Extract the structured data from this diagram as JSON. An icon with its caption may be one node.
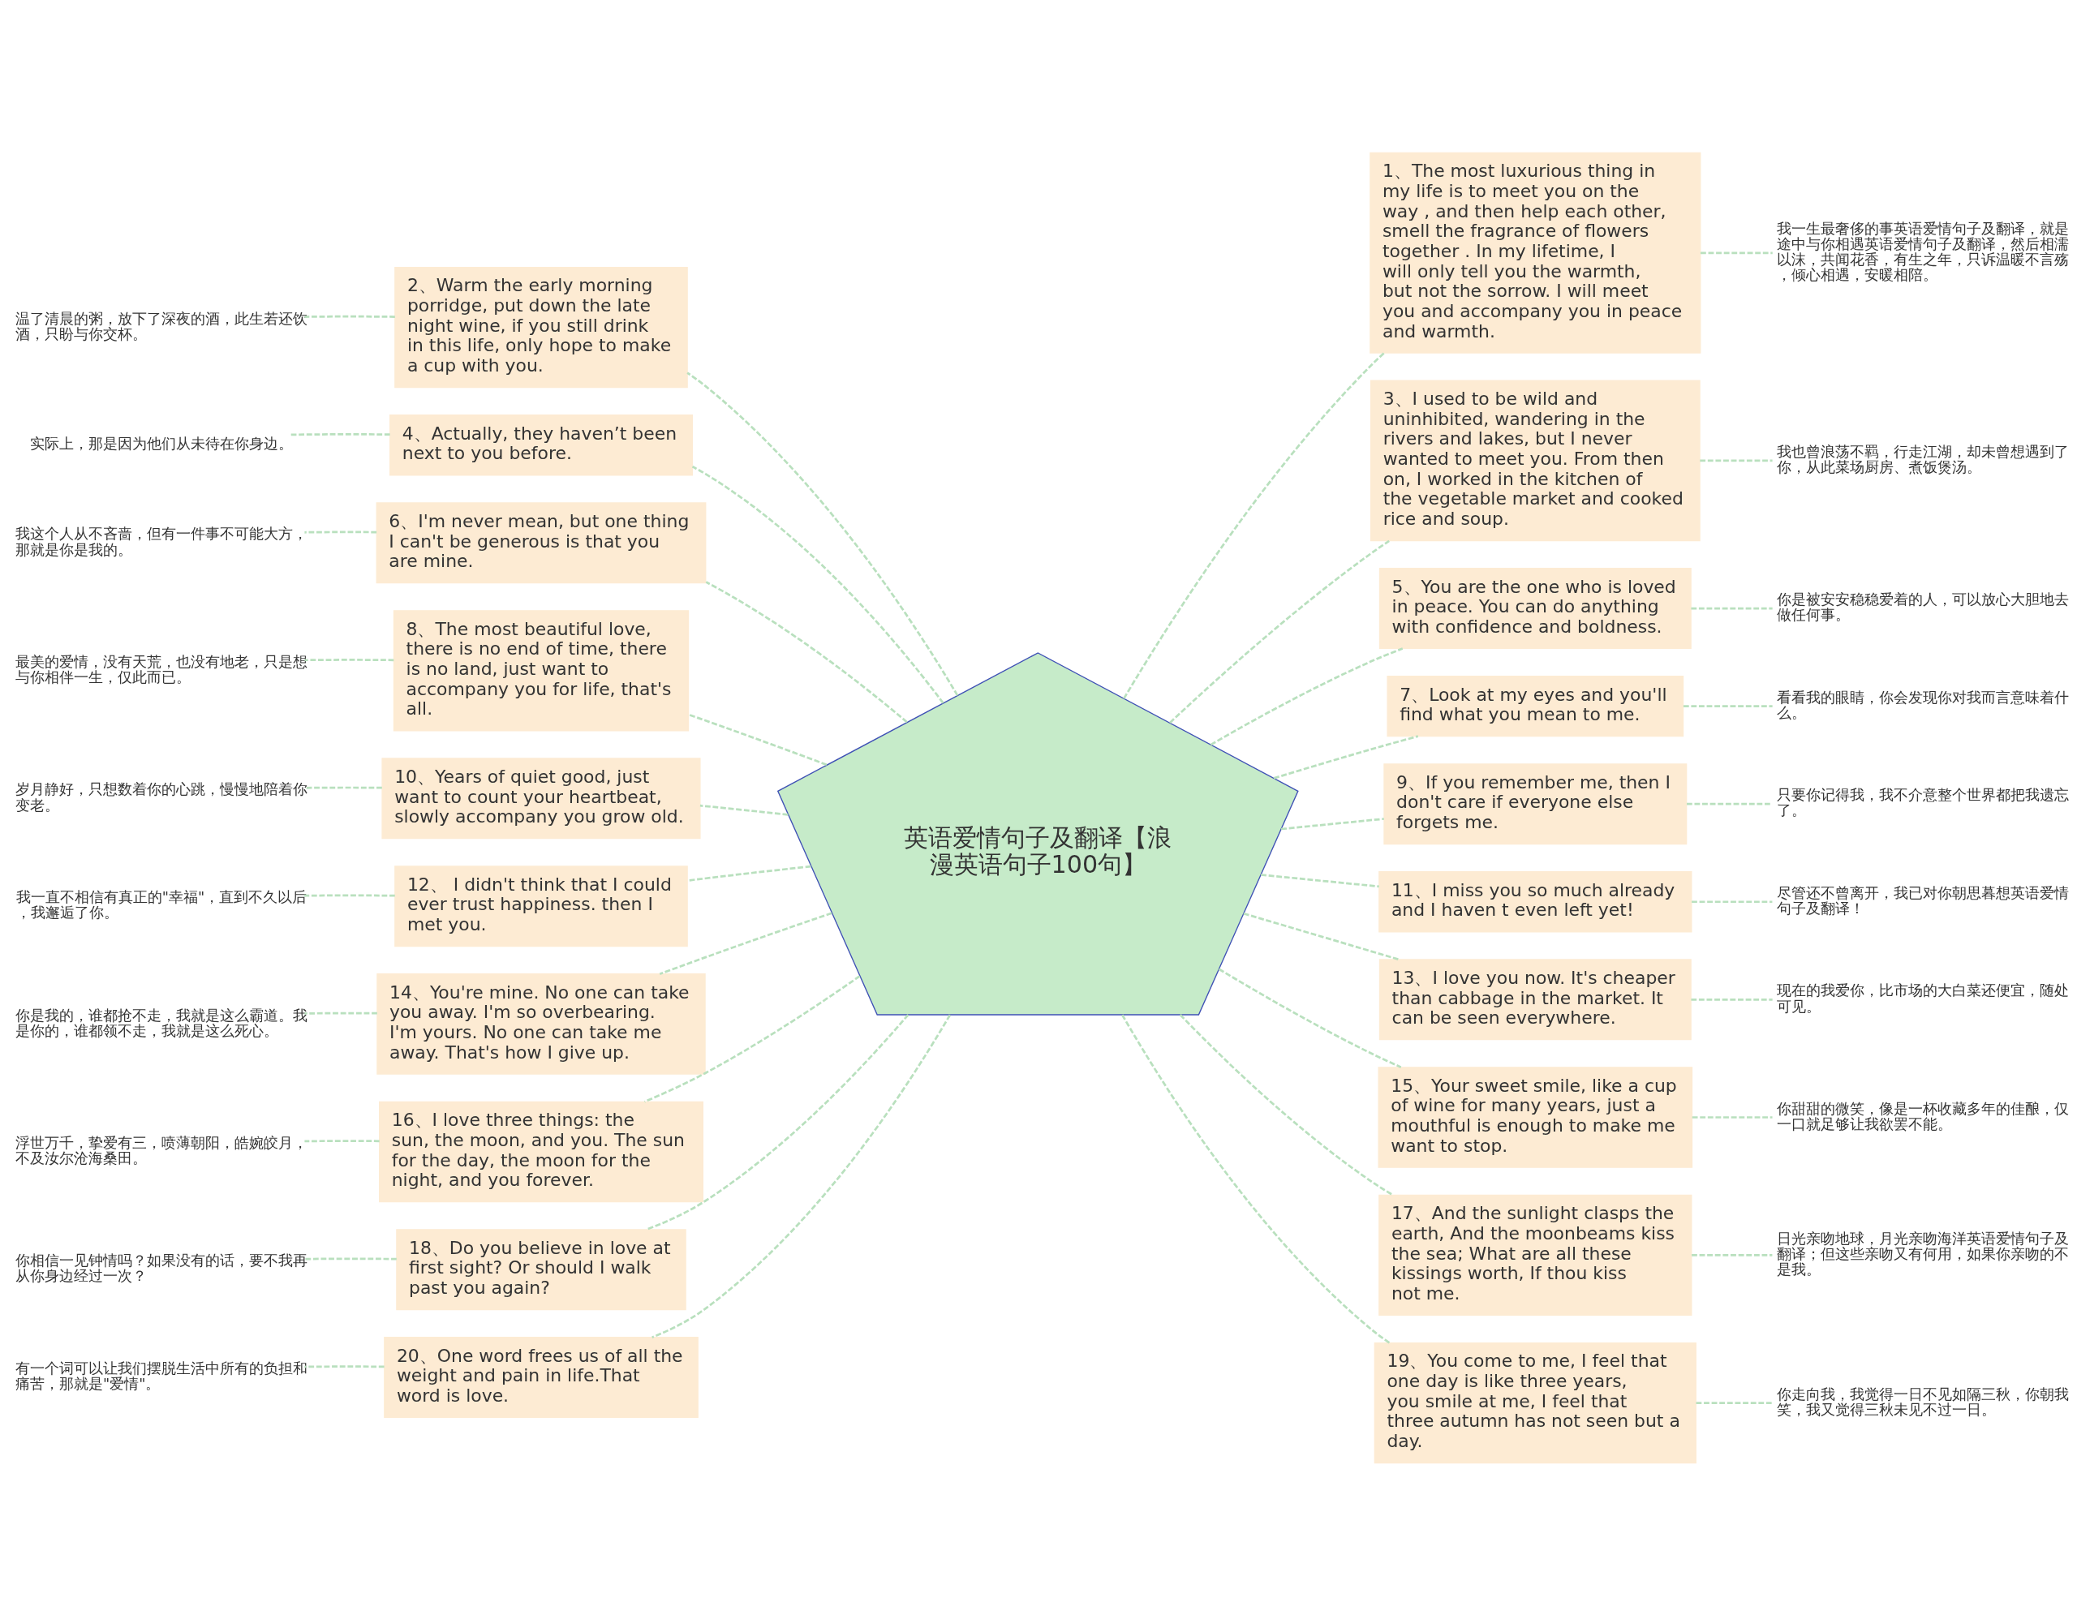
{
  "diagram": {
    "nodes": [
      {
        "text": [
          "英语爱情句子及翻译【浪漫英语句子100句】"
        ]
      },
      {
        "text": [
          "1、The most luxurious thing in my life is to meet you on the way , and then help each other, smell the fragrance of flowers together . In my lifetime, I will only tell you the warmth, but not the sorrow. I will meet you and accompany you in peace and warmth."
        ]
      },
      {
        "text": [
          "我一生最奢侈的事英语爱情句子及翻译，就是途中与你相遇英语爱情句子及翻译，然后相濡以沫，共闻花香，有生之年，只诉温暖不言殇，倾心相遇，安暖相陪。"
        ]
      },
      {
        "text": [
          "2、Warm the early morning porridge, put down the late night wine, if you still drink in this life, only hope to make a cup with you."
        ]
      },
      {
        "text": [
          "温了清晨的粥，放下了深夜的酒，此生若还饮酒，只盼与你交杯。"
        ]
      },
      {
        "text": [
          "3、I used to be wild and uninhibited, wandering in the rivers and lakes, but I never wanted to meet you. From then on, I worked in the kitchen of the vegetable market and cooked rice and soup."
        ]
      },
      {
        "text": [
          "我也曾浪荡不羁，行走江湖，却未曾想遇到了你，从此菜场厨房、煮饭煲汤。"
        ]
      },
      {
        "text": [
          "4、Actually, they haven’t been next to you before."
        ]
      },
      {
        "text": [
          "实际上，那是因为他们从未待在你身边。"
        ]
      },
      {
        "text": [
          "5、You are the one who is loved in peace. You can do anything with confidence and boldness."
        ]
      },
      {
        "text": [
          "你是被安安稳稳爱着的人，可以放心大胆地去做任何事。"
        ]
      },
      {
        "text": [
          "6、I'm never mean, but one thing I can't be generous is that you are mine."
        ]
      },
      {
        "text": [
          "我这个人从不吝啬，但有一件事不可能大方，那就是你是我的。"
        ]
      },
      {
        "text": [
          "7、Look at my eyes and you'll find what you mean to me."
        ]
      },
      {
        "text": [
          "看看我的眼睛，你会发现你对我而言意味着什么。"
        ]
      },
      {
        "text": [
          "8、The most beautiful love, there is no end of time, there is no land, just want to accompany you for life, that's all."
        ]
      },
      {
        "text": [
          "最美的爱情，没有天荒，也没有地老，只是想与你相伴一生，仅此而已。"
        ]
      },
      {
        "text": [
          "9、If you remember me, then I don't care if everyone else forgets me."
        ]
      },
      {
        "text": [
          "只要你记得我，我不介意整个世界都把我遗忘了。"
        ]
      },
      {
        "text": [
          "10、Years of quiet good, just want to count your heartbeat, slowly accompany you grow old."
        ]
      },
      {
        "text": [
          "岁月静好，只想数着你的心跳，慢慢地陪着你变老。"
        ]
      },
      {
        "text": [
          "11、I miss you so much already and I haven t even left yet!"
        ]
      },
      {
        "text": [
          "尽管还不曾离开，我已对你朝思暮想英语爱情句子及翻译！"
        ]
      },
      {
        "text": [
          "12、 I didn't think that I could ever trust happiness. then I met you."
        ]
      },
      {
        "text": [
          "我一直不相信有真正的\"幸福\"，直到不久以后，我邂逅了你。"
        ]
      },
      {
        "text": [
          "13、I love you now. It's cheaper than cabbage in the market. It can be seen everywhere."
        ]
      },
      {
        "text": [
          "现在的我爱你，比市场的大白菜还便宜，随处可见。"
        ]
      },
      {
        "text": [
          "14、You're mine. No one can take you away. I'm so overbearing. I'm yours. No one can take me away. That's how I give up."
        ]
      },
      {
        "text": [
          "你是我的，谁都抢不走，我就是这么霸道。我是你的，谁都领不走，我就是这么死心。"
        ]
      },
      {
        "text": [
          "15、Your sweet smile, like a cup of wine for many years, just a mouthful is enough to make me want to stop."
        ]
      },
      {
        "text": [
          "你甜甜的微笑，像是一杯收藏多年的佳酿，仅一口就足够让我欲罢不能。"
        ]
      },
      {
        "text": [
          "16、I love three things: the sun, the moon, and you. The sun for the day, the moon for the night, and you forever."
        ]
      },
      {
        "text": [
          "浮世万千，挚爱有三，喷薄朝阳，皓婉皎月，不及汝尔沧海桑田。"
        ]
      },
      {
        "text": [
          "17、And the sunlight clasps the earth, And the moonbeams kiss the sea; What are all these kissings worth, If thou kiss not me."
        ]
      },
      {
        "text": [
          "日光亲吻地球，月光亲吻海洋英语爱情句子及翻译；但这些亲吻又有何用，如果你亲吻的不是我。"
        ]
      },
      {
        "text": [
          "18、Do you believe in love at first sight? Or should I walk past you again?"
        ]
      },
      {
        "text": [
          "你相信一见钟情吗？如果没有的话，要不我再从你身边经过一次？"
        ]
      },
      {
        "text": [
          "19、You come to me, I feel that one day is like three years, you smile at me, I feel that three autumn has not seen but a day."
        ]
      },
      {
        "text": [
          "你走向我，我觉得一日不见如隔三秋，你朝我笑，我又觉得三秋未见不过一日。"
        ]
      },
      {
        "text": [
          "20、One word frees us of all the weight and pain in life.That word is love."
        ]
      },
      {
        "text": [
          "有一个词可以让我们摆脱生活中所有的负担和痛苦，那就是\"爱情\"。"
        ]
      }
    ],
    "edges": [
      {
        "from": 0,
        "to": 1,
        "arrow": "none",
        "style": "dashed"
      },
      {
        "from": 1,
        "to": 2,
        "arrow": "none",
        "style": "dashed"
      },
      {
        "from": 0,
        "to": 3,
        "arrow": "none",
        "style": "dashed"
      },
      {
        "from": 3,
        "to": 4,
        "arrow": "none",
        "style": "dashed"
      },
      {
        "from": 0,
        "to": 5,
        "arrow": "none",
        "style": "dashed"
      },
      {
        "from": 5,
        "to": 6,
        "arrow": "none",
        "style": "dashed"
      },
      {
        "from": 0,
        "to": 7,
        "arrow": "none",
        "style": "dashed"
      },
      {
        "from": 7,
        "to": 8,
        "arrow": "none",
        "style": "dashed"
      },
      {
        "from": 0,
        "to": 9,
        "arrow": "none",
        "style": "dashed"
      },
      {
        "from": 9,
        "to": 10,
        "arrow": "none",
        "style": "dashed"
      },
      {
        "from": 0,
        "to": 11,
        "arrow": "none",
        "style": "dashed"
      },
      {
        "from": 11,
        "to": 12,
        "arrow": "none",
        "style": "dashed"
      },
      {
        "from": 0,
        "to": 13,
        "arrow": "none",
        "style": "dashed"
      },
      {
        "from": 13,
        "to": 14,
        "arrow": "none",
        "style": "dashed"
      },
      {
        "from": 0,
        "to": 15,
        "arrow": "none",
        "style": "dashed"
      },
      {
        "from": 15,
        "to": 16,
        "arrow": "none",
        "style": "dashed"
      },
      {
        "from": 0,
        "to": 17,
        "arrow": "none",
        "style": "dashed"
      },
      {
        "from": 17,
        "to": 18,
        "arrow": "none",
        "style": "dashed"
      },
      {
        "from": 0,
        "to": 19,
        "arrow": "none",
        "style": "dashed"
      },
      {
        "from": 19,
        "to": 20,
        "arrow": "none",
        "style": "dashed"
      },
      {
        "from": 0,
        "to": 21,
        "arrow": "none",
        "style": "dashed"
      },
      {
        "from": 21,
        "to": 22,
        "arrow": "none",
        "style": "dashed"
      },
      {
        "from": 0,
        "to": 23,
        "arrow": "none",
        "style": "dashed"
      },
      {
        "from": 23,
        "to": 24,
        "arrow": "none",
        "style": "dashed"
      },
      {
        "from": 0,
        "to": 25,
        "arrow": "none",
        "style": "dashed"
      },
      {
        "from": 25,
        "to": 26,
        "arrow": "none",
        "style": "dashed"
      },
      {
        "from": 0,
        "to": 27,
        "arrow": "none",
        "style": "dashed"
      },
      {
        "from": 27,
        "to": 28,
        "arrow": "none",
        "style": "dashed"
      },
      {
        "from": 0,
        "to": 29,
        "arrow": "none",
        "style": "dashed"
      },
      {
        "from": 29,
        "to": 30,
        "arrow": "none",
        "style": "dashed"
      },
      {
        "from": 0,
        "to": 31,
        "arrow": "none",
        "style": "dashed"
      },
      {
        "from": 31,
        "to": 32,
        "arrow": "none",
        "style": "dashed"
      },
      {
        "from": 0,
        "to": 33,
        "arrow": "none",
        "style": "dashed"
      },
      {
        "from": 33,
        "to": 34,
        "arrow": "none",
        "style": "dashed"
      },
      {
        "from": 0,
        "to": 35,
        "arrow": "none",
        "style": "dashed"
      },
      {
        "from": 35,
        "to": 36,
        "arrow": "none",
        "style": "dashed"
      },
      {
        "from": 0,
        "to": 37,
        "arrow": "none",
        "style": "dashed"
      },
      {
        "from": 37,
        "to": 38,
        "arrow": "none",
        "style": "dashed"
      },
      {
        "from": 0,
        "to": 39,
        "arrow": "none",
        "style": "dashed"
      },
      {
        "from": 39,
        "to": 40,
        "arrow": "none",
        "style": "dashed"
      }
    ]
  }
}
